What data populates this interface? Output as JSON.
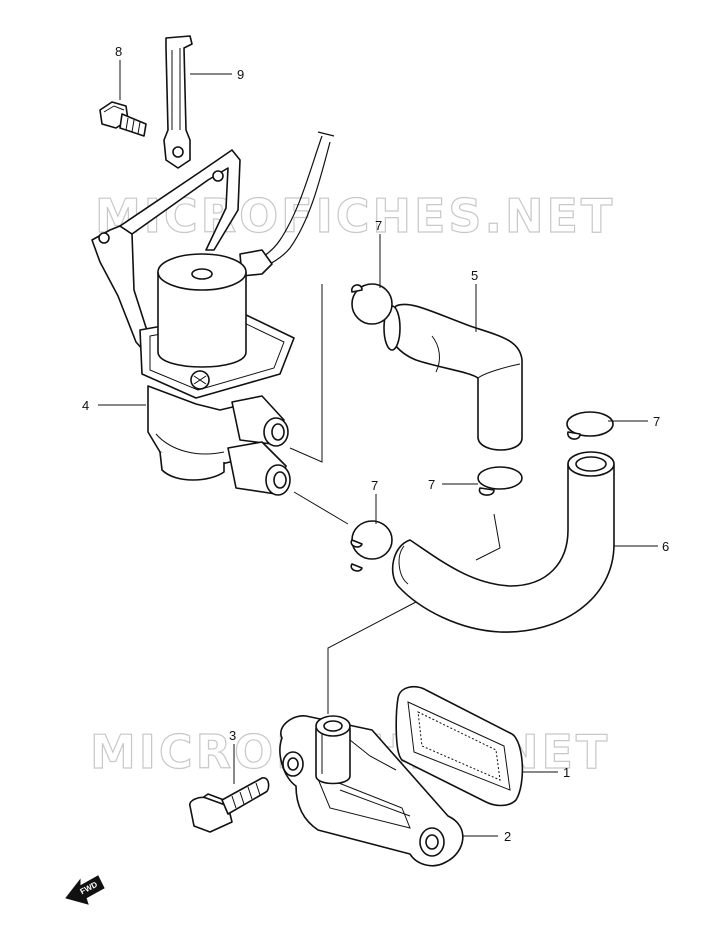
{
  "watermark": "MICROFICHES.NET",
  "fwd_label": "FWD",
  "callouts": {
    "p1": "1",
    "p2": "2",
    "p3": "3",
    "p4": "4",
    "p5": "5",
    "p6": "6",
    "p7a": "7",
    "p7b": "7",
    "p7c": "7",
    "p7d": "7",
    "p8": "8",
    "p9": "9"
  }
}
